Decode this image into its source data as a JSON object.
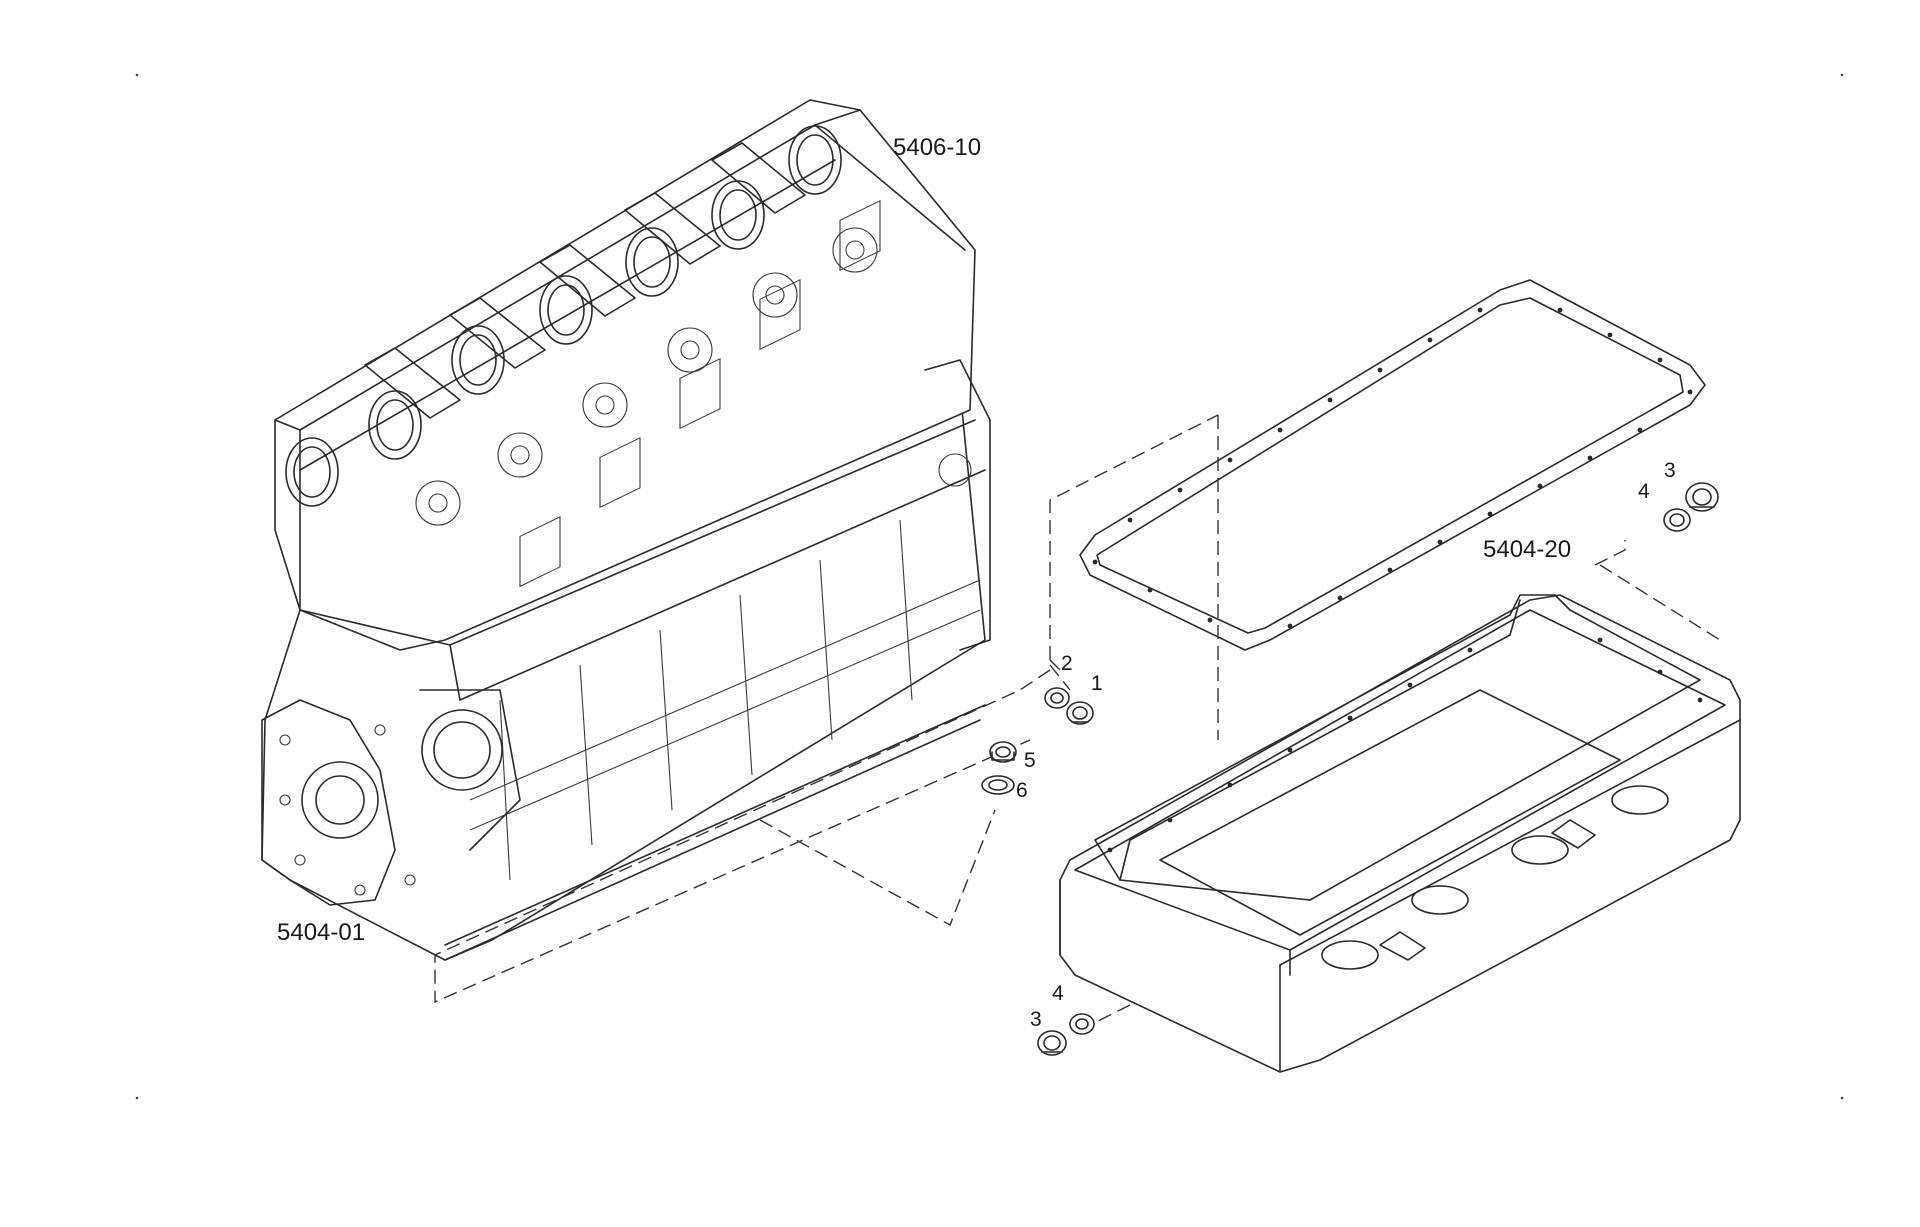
{
  "diagram": {
    "assembly_labels": {
      "cylinder_head": "5406-10",
      "engine_block": "5404-01",
      "oil_pan": "5404-20"
    },
    "callouts": {
      "plug_1": "1",
      "washer_2": "2",
      "plug_3_top": "3",
      "washer_4_top": "4",
      "plug_5": "5",
      "washer_6": "6",
      "plug_3_bottom": "3",
      "washer_4_bottom": "4"
    }
  }
}
